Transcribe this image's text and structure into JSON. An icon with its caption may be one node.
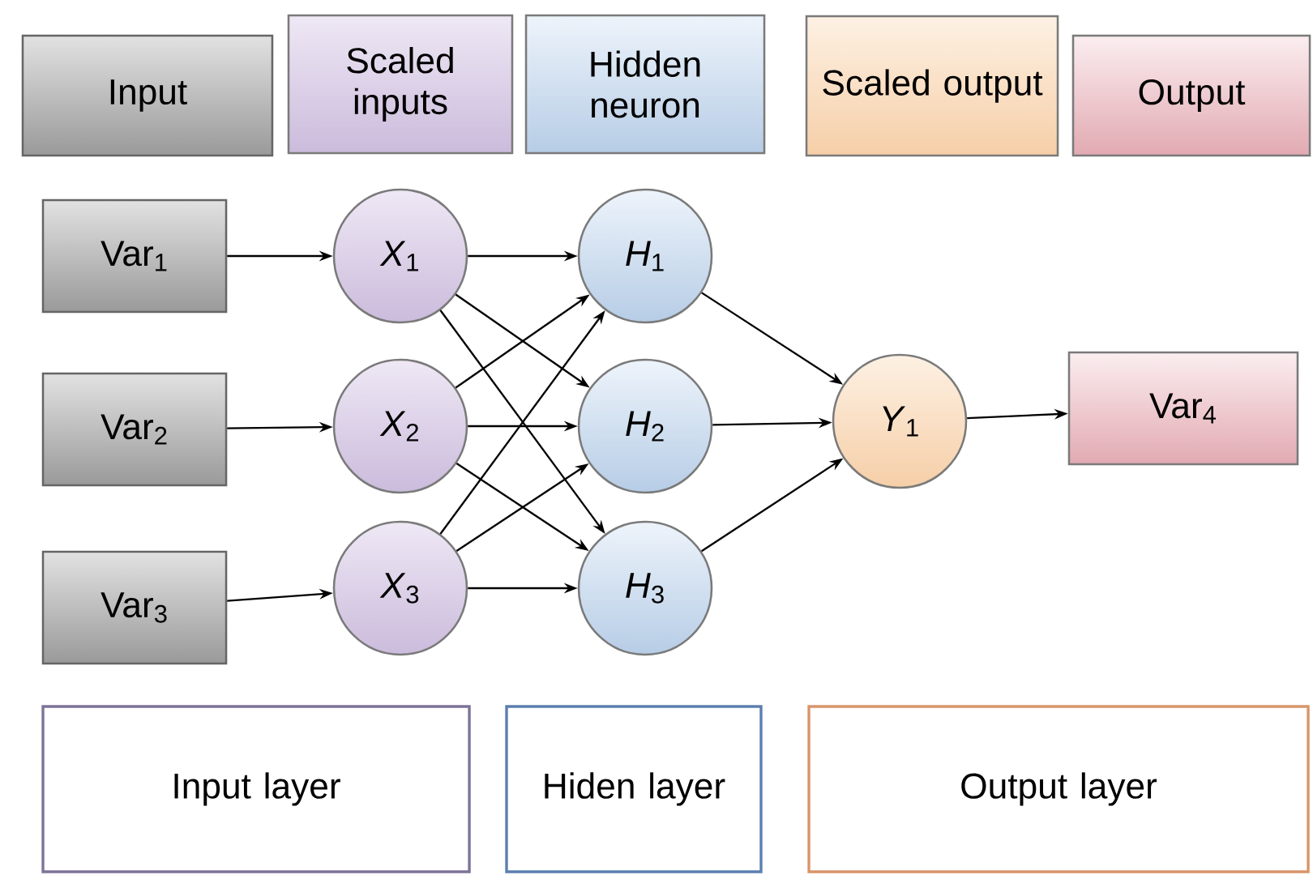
{
  "diagram": {
    "nodes": [
      {
        "text": [
          "Input"
        ]
      },
      {
        "text": [
          "Scaled inputs"
        ]
      },
      {
        "text": [
          "Hidden neuron"
        ]
      },
      {
        "text": [
          "Scaled output"
        ]
      },
      {
        "text": [
          "Output"
        ]
      },
      {
        "text": [
          "Var$_{1}$"
        ]
      },
      {
        "text": [
          "Var$_{2}$"
        ]
      },
      {
        "text": [
          "Var$_{3}$"
        ]
      },
      {
        "text": [
          "*X*$_{1}$"
        ]
      },
      {
        "text": [
          "*X*$_{2}$"
        ]
      },
      {
        "text": [
          "*X*$_{3}$"
        ]
      },
      {
        "text": [
          "*H*$_{1}$"
        ]
      },
      {
        "text": [
          "*H*$_{2}$"
        ]
      },
      {
        "text": [
          "*H*$_{3}$"
        ]
      },
      {
        "text": [
          "*Y*$_{1}$"
        ]
      },
      {
        "text": [
          "Var$_{4}$"
        ]
      },
      {
        "text": [
          "Input layer"
        ]
      },
      {
        "text": [
          "Hiden layer"
        ]
      },
      {
        "text": [
          "Output layer"
        ]
      }
    ],
    "edges": [
      {
        "from": 5,
        "to": 8,
        "arrow": "to"
      },
      {
        "from": 6,
        "to": 9,
        "arrow": "to"
      },
      {
        "from": 7,
        "to": 10,
        "arrow": "to"
      },
      {
        "from": 8,
        "to": 11,
        "arrow": "to"
      },
      {
        "from": 8,
        "to": 12,
        "arrow": "to"
      },
      {
        "from": 8,
        "to": 13,
        "arrow": "to"
      },
      {
        "from": 9,
        "to": 11,
        "arrow": "to"
      },
      {
        "from": 9,
        "to": 12,
        "arrow": "to"
      },
      {
        "from": 9,
        "to": 13,
        "arrow": "to"
      },
      {
        "from": 10,
        "to": 11,
        "arrow": "to"
      },
      {
        "from": 10,
        "to": 12,
        "arrow": "to"
      },
      {
        "from": 10,
        "to": 13,
        "arrow": "to"
      },
      {
        "from": 11,
        "to": 14,
        "arrow": "to"
      },
      {
        "from": 12,
        "to": 14,
        "arrow": "to"
      },
      {
        "from": 13,
        "to": 14,
        "arrow": "to"
      },
      {
        "from": 14,
        "to": 15,
        "arrow": "to"
      }
    ]
  }
}
